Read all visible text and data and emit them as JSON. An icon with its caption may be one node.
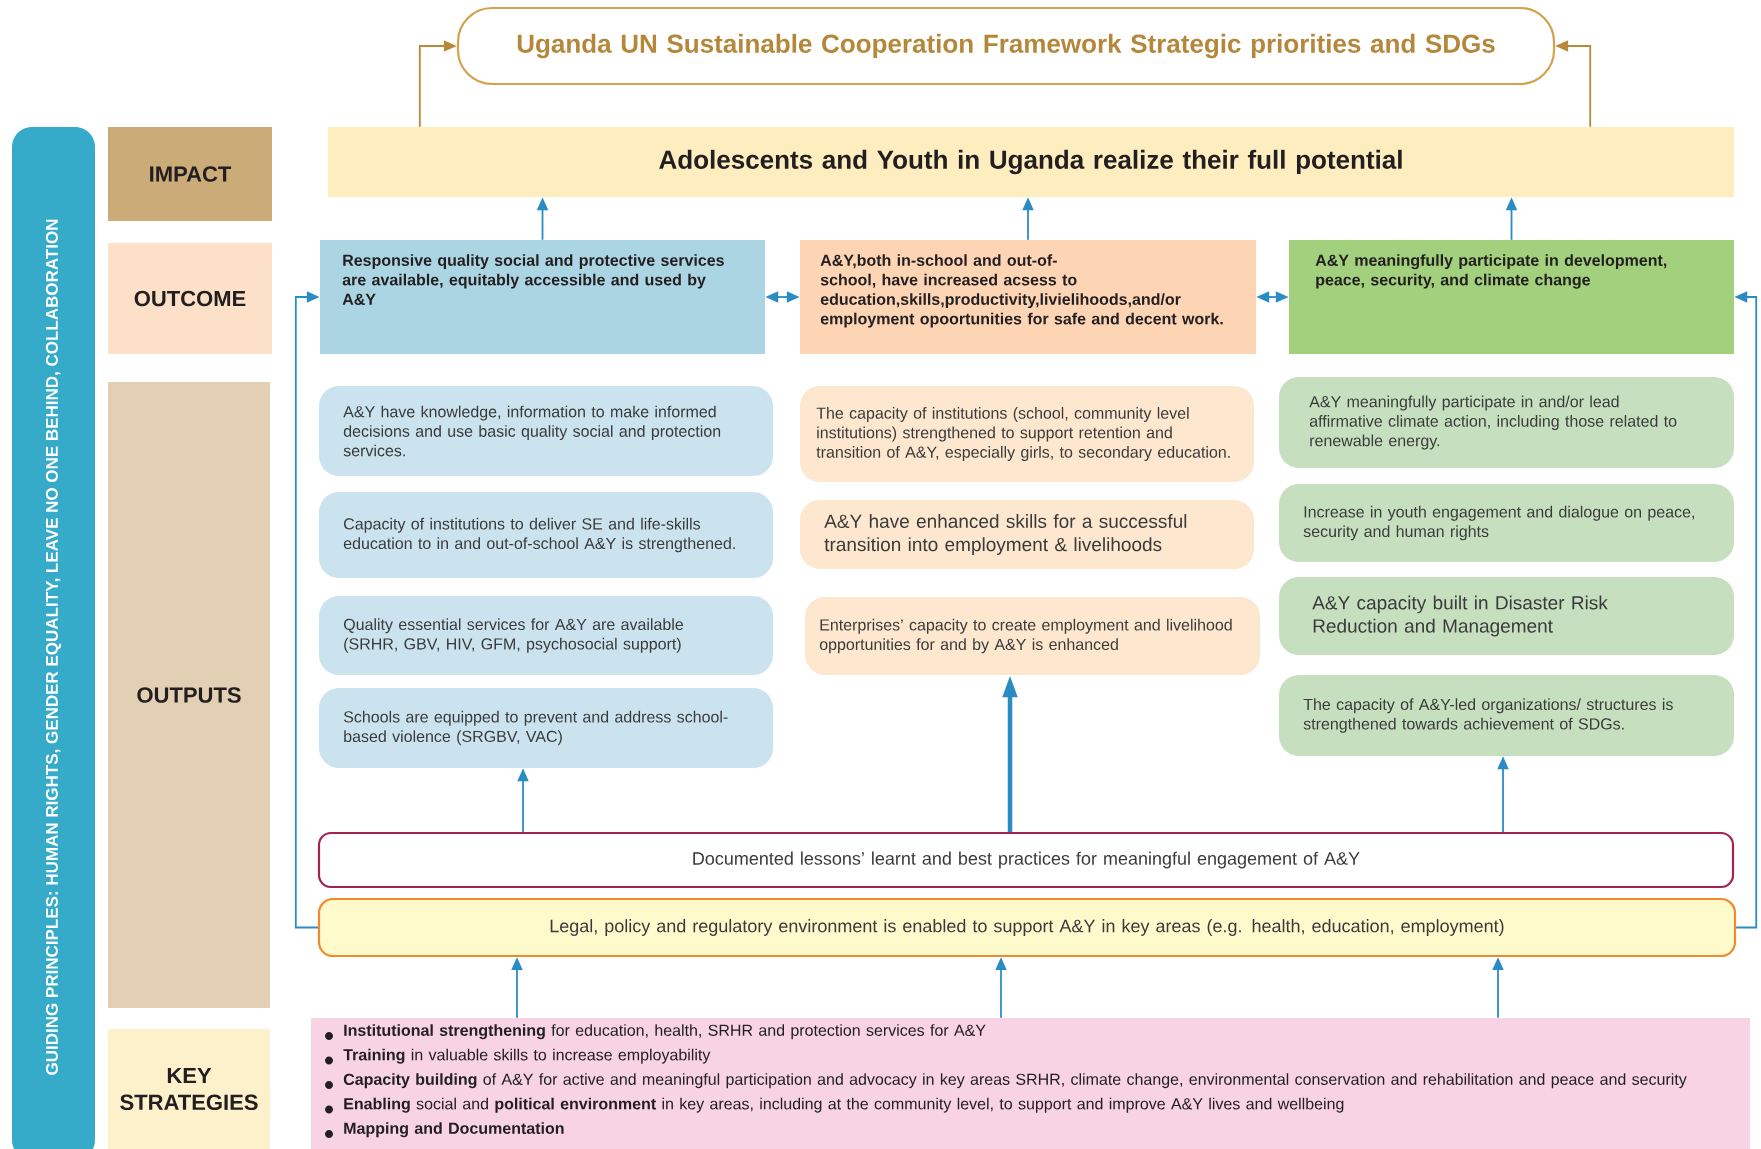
{
  "diagram": {
    "nodes": [
      {
        "text": [
          "Uganda UN Sustainable Cooperation Framework Strategic priorities and SDGs"
        ]
      },
      {
        "text": [
          "GUIDING PRINCIPLES: HUMAN RIGHTS, GENDER EQUALITY, LEAVE NO ONE BEHIND, COLLABORATION"
        ]
      },
      {
        "text": [
          "IMPACT"
        ]
      },
      {
        "text": [
          "OUTCOME"
        ]
      },
      {
        "text": [
          "OUTPUTS"
        ]
      },
      {
        "text": [
          "KEY STRATEGIES"
        ]
      },
      {
        "text": [
          "Adolescents and Youth in Uganda realize their full potential"
        ]
      },
      {
        "text": [
          "Responsive quality social and protective services are available, equitably accessible and used by A&Y"
        ]
      },
      {
        "text": [
          "A&Y,both in-school and out-of-school, have increased acsess to education,skills,productivity,livielihoods,and/or employment opoortunities for safe and decent work."
        ]
      },
      {
        "text": [
          "A&Y meaningfully participate in development, peace, security, and climate change"
        ]
      },
      {
        "text": [
          "A&Y have knowledge, information to make informed decisions and use basic quality social and protection services."
        ]
      },
      {
        "text": [
          "Capacity of institutions to deliver SE and life-skills education to in and out-of-school A&Y is strengthened."
        ]
      },
      {
        "text": [
          "Quality essential services for A&Y are available (SRHR, GBV, HIV, GFM, psychosocial support)"
        ]
      },
      {
        "text": [
          "Schools are equipped to prevent and address school-based violence (SRGBV, VAC)"
        ]
      },
      {
        "text": [
          "The capacity of institutions (school, community level institutions) strengthened to support retention and transition of A&Y, especially girls, to secondary education."
        ]
      },
      {
        "text": [
          "A&Y have enhanced skills for a successful transition into employment & livelihoods"
        ]
      },
      {
        "text": [
          "Enterprises’ capacity to create employment and livelihood opportunities for and by A&Y is enhanced"
        ]
      },
      {
        "text": [
          "A&Y meaningfully participate in and/or lead affirmative climate action, including those related to renewable energy."
        ]
      },
      {
        "text": [
          "Increase in youth engagement and dialogue on peace, security and human rights"
        ]
      },
      {
        "text": [
          "A&Y capacity built in Disaster Risk Reduction and Management"
        ]
      },
      {
        "text": [
          "The capacity of A&Y-led organizations/ structures is strengthened towards achievement of SDGs."
        ]
      },
      {
        "text": [
          "Documented lessons’ learnt and best practices for meaningful engagement of A&Y"
        ]
      },
      {
        "text": [
          "Legal, policy and regulatory environment is enabled to support A&Y in key areas (e.g. health, education, employment)"
        ]
      },
      {
        "text": [
          "**Institutional strengthening** for education, health, SRHR and protection services for A&Y",
          "**Training** in valuable skills to increase employability",
          "**Capacity building** of A&Y for active and meaningful participation and advocacy in key areas SRHR, climate change, environmental conservation and rehabilitation and peace and security",
          "**Enabling** social and **political environment** in key areas, including at the community level, to support and improve A&Y lives and wellbeing",
          "Mapping and Documentation"
        ]
      }
    ],
    "edges": [
      {
        "from": 6,
        "to": 0,
        "arrow": "to",
        "color": "#b8893a"
      },
      {
        "from": 6,
        "to": 0,
        "arrow": "to",
        "color": "#b8893a"
      },
      {
        "from": 7,
        "to": 6,
        "arrow": "to"
      },
      {
        "from": 8,
        "to": 6,
        "arrow": "to"
      },
      {
        "from": 9,
        "to": 6,
        "arrow": "to"
      },
      {
        "from": 7,
        "to": 8,
        "arrow": "both"
      },
      {
        "from": 8,
        "to": 9,
        "arrow": "both"
      },
      {
        "from": 22,
        "to": 7,
        "arrow": "to"
      },
      {
        "from": 22,
        "to": 9,
        "arrow": "to"
      },
      {
        "from": 21,
        "to": 13,
        "arrow": "to"
      },
      {
        "from": 21,
        "to": 16,
        "arrow": "to",
        "style": "thick"
      },
      {
        "from": 21,
        "to": 20,
        "arrow": "to"
      },
      {
        "from": 23,
        "to": 22,
        "arrow": "to"
      },
      {
        "from": 23,
        "to": 22,
        "arrow": "to"
      },
      {
        "from": 23,
        "to": 22,
        "arrow": "to"
      }
    ]
  }
}
